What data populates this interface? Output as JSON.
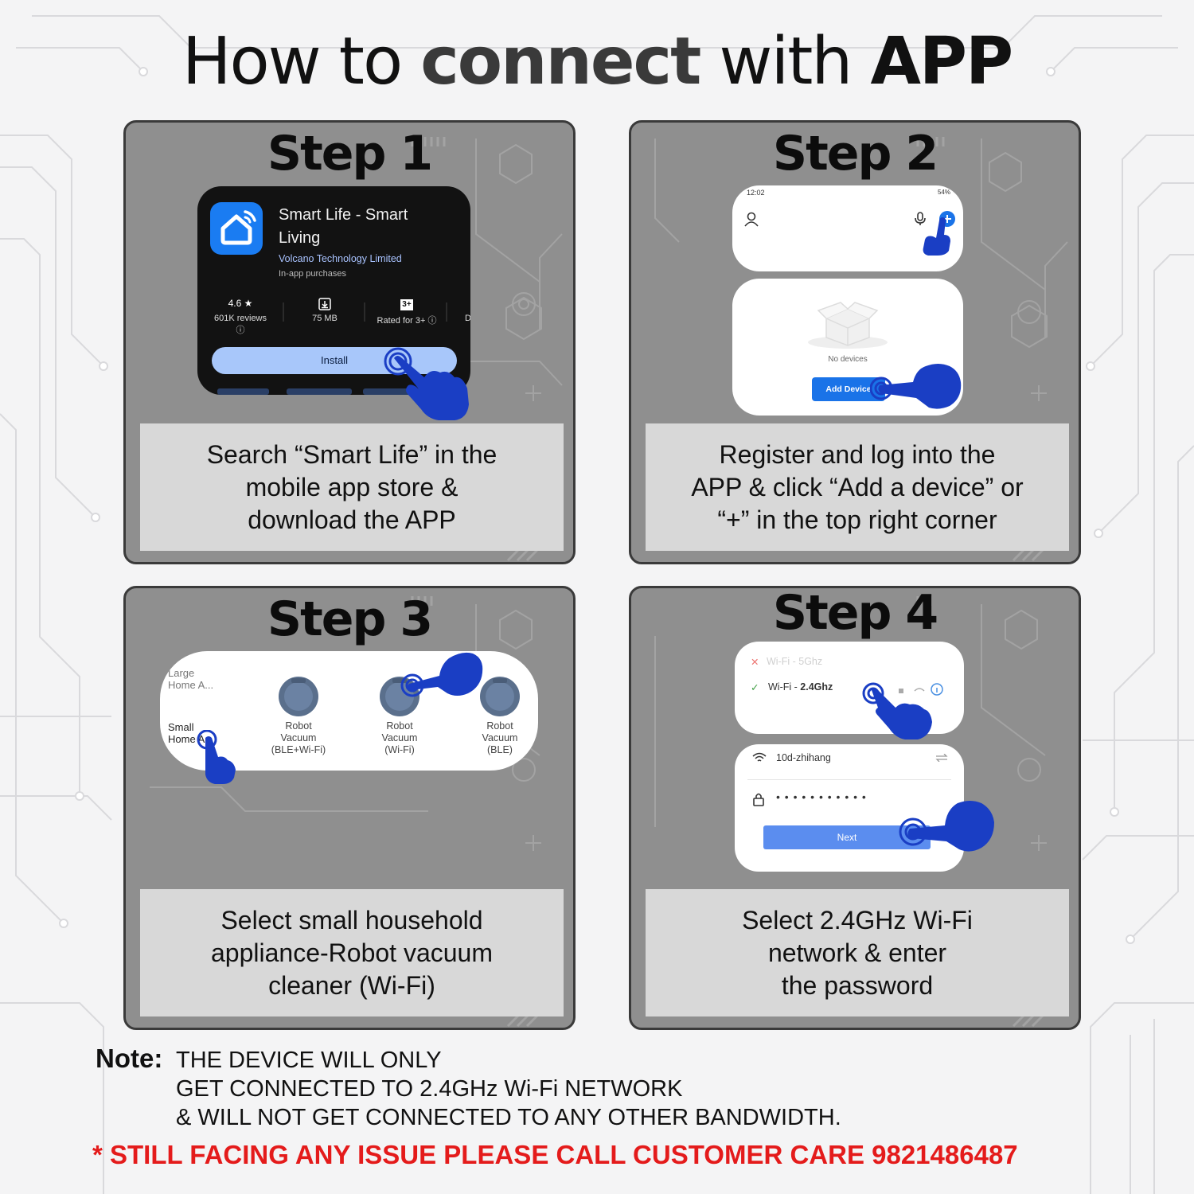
{
  "title": {
    "part1": "How to",
    "part2": "connect",
    "part3": "with",
    "part4": "APP"
  },
  "steps": [
    {
      "title": "Step 1",
      "description": "Search “Smart Life” in the\nmobile app store &\ndownload the APP",
      "app": {
        "name": "Smart Life - Smart Living",
        "developer": "Volcano Technology Limited",
        "iap": "In-app purchases",
        "rating": "4.6 ★",
        "reviews": "601K reviews ⓘ",
        "size": "75 MB",
        "rated_badge": "3+",
        "rated": "Rated for 3+ ⓘ",
        "cut": "D",
        "install": "Install"
      }
    },
    {
      "title": "Step 2",
      "description": "Register and log into the\nAPP & click “Add a device” or\n“+” in the top right corner",
      "status_time": "12:02",
      "status_battery": "54%",
      "no_devices": "No devices",
      "add_device": "Add Device"
    },
    {
      "title": "Step 3",
      "description": "Select small household\nappliance-Robot vacuum\ncleaner (Wi-Fi)",
      "large_home": "Large\nHome A...",
      "small_home": "Small\nHome A...",
      "vacuums": [
        "Robot\nVacuum\n(BLE+Wi-Fi)",
        "Robot\nVacuum\n(Wi-Fi)",
        "Robot\nVacuum\n(BLE)"
      ]
    },
    {
      "title": "Step 4",
      "description": "Select 2.4GHz Wi-Fi\nnetwork & enter\nthe password",
      "wifi_5g": "Wi-Fi - 5Ghz",
      "wifi_24_prefix": "Wi-Fi - ",
      "wifi_24_band": "2.4Ghz",
      "ssid": "10d-zhihang",
      "password": "• • • • • • • • • • •",
      "next": "Next"
    }
  ],
  "note": {
    "label": "Note:",
    "lines": [
      "THE DEVICE WILL ONLY",
      "GET CONNECTED TO 2.4GHz Wi-Fi NETWORK",
      "& WILL NOT GET CONNECTED TO ANY OTHER BANDWIDTH."
    ]
  },
  "customer_care": "* STILL FACING ANY ISSUE PLEASE CALL CUSTOMER CARE 9821486487",
  "colors": {
    "accent_blue": "#1a3ec4",
    "care_red": "#e41b1b",
    "card_gray": "#8f8f8f"
  }
}
